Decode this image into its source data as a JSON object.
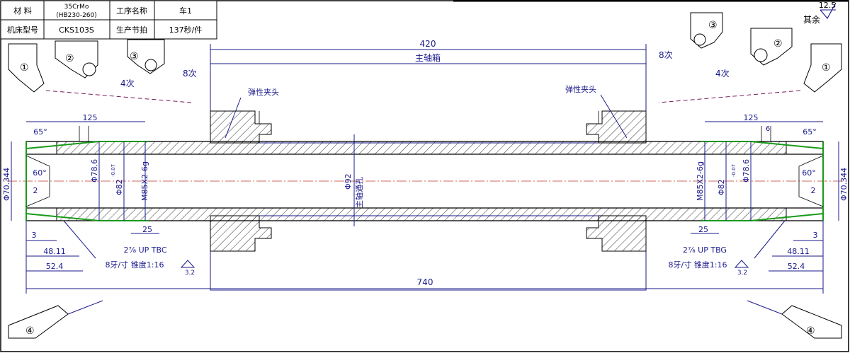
{
  "title_block": {
    "r1": [
      "材  料",
      "35CrMo",
      "(HB230-260)",
      "工序名称",
      "车1"
    ],
    "r2": [
      "机床型号",
      "CKS103S",
      "生产节拍",
      "137秒/件"
    ]
  },
  "roughness": {
    "value": "12.5",
    "note": "其余"
  },
  "dims": {
    "spindle_len": "420",
    "spindle_box": "主轴箱",
    "collet_left": "弹性夹头",
    "collet_right": "弹性夹头",
    "total_len": "740",
    "bore_dia": "Φ92",
    "bore_note": "主轴通孔",
    "len_125_left": "125",
    "len_125_right": "125",
    "groove": "6",
    "angle_65_left": "65°",
    "angle_65_right": "65°",
    "angle_60_left": "60°",
    "angle_60_right": "60°",
    "od_left": "Φ70.344",
    "od_right": "Φ70.344",
    "chamfer_2_left": "2",
    "chamfer_2_right": "2",
    "d786_left": "Φ78.6",
    "d786_right": "Φ78.6",
    "d82_left": "Φ82",
    "d82_right": "Φ82",
    "tol_82": "-0.07",
    "tol_82b": "-0.07",
    "m85_left": "M85X2-6g",
    "m85_right": "M85X2-6g",
    "len3": "3",
    "len3_right": "3",
    "len25_left": "25",
    "len25_right": "25",
    "len4811_left": "48.11",
    "len4811_right": "48.11",
    "len524_left": "52.4",
    "len524_right": "52.4",
    "thread_left": "2⁷⁄₈ UP TBC",
    "thread_right": "2⁷⁄₈ UP TBG",
    "tpi_left": "8牙/寸  锥度1:16",
    "tpi_right": "8牙/寸  锥度1:16",
    "ra_left": "3.2",
    "ra_right": "3.2"
  },
  "tools": {
    "n1": "①",
    "n2": "②",
    "n3": "③",
    "n4": "④",
    "passes_4": "4次",
    "passes_8": "8次"
  }
}
